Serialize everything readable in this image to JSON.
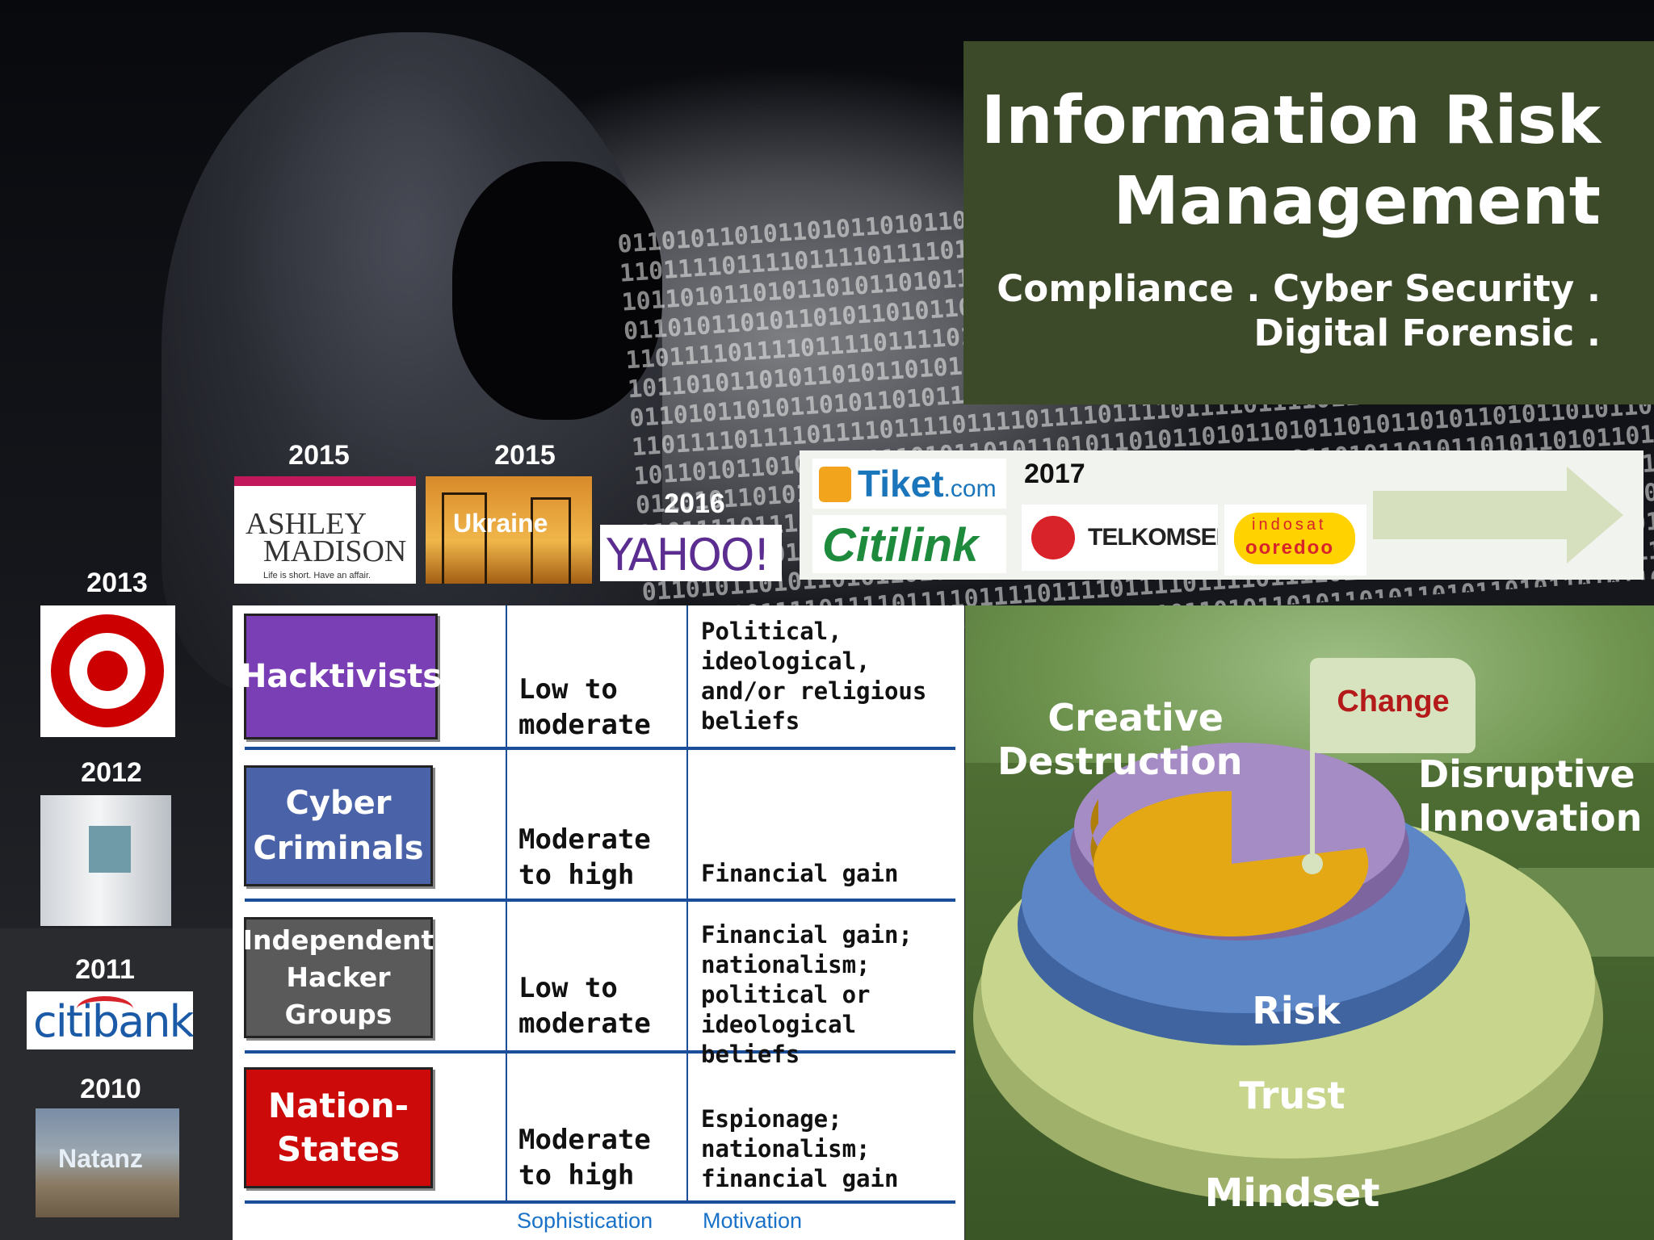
{
  "title": {
    "line1": "Information Risk",
    "line2": "Management",
    "subtitle_line1": "Compliance . Cyber Security .",
    "subtitle_line2": "Digital Forensic ."
  },
  "breaches": {
    "ashley": {
      "year": "2015",
      "logo_line1": "ASHLEY",
      "logo_line2": "MADISON",
      "logo_tagline": "Life is short. Have an affair."
    },
    "ukraine": {
      "year": "2015",
      "label": "Ukraine"
    },
    "yahoo": {
      "year": "2016",
      "label": "YAHOO!"
    },
    "indonesia": {
      "year": "2017",
      "tiket": "Tiket",
      "tiket_suffix": ".com",
      "citilink": "Citilink",
      "telkomsel": "TELKOMSEL",
      "indosat_line1": "indosat",
      "indosat_line2": "ooredoo"
    },
    "target": {
      "year": "2013"
    },
    "aramco": {
      "year": "2012"
    },
    "citi": {
      "year": "2011",
      "label": "citibank"
    },
    "natanz": {
      "year": "2010",
      "label": "Natanz"
    }
  },
  "threat_table": {
    "rows": [
      {
        "actor": "Hacktivists",
        "actor_color": "#7a3fb5",
        "sophistication": "Low to moderate",
        "motivation": "Political, ideological, and/or religious beliefs"
      },
      {
        "actor": "Cyber Criminals",
        "actor_color": "#4a62a8",
        "sophistication": "Moderate to high",
        "motivation": "Financial gain"
      },
      {
        "actor": "Independent Hacker Groups",
        "actor_color": "#5a5a5a",
        "sophistication": "Low to moderate",
        "motivation": "Financial gain; nationalism; political or ideological beliefs"
      },
      {
        "actor": "Nation-States",
        "actor_color": "#cc0a0a",
        "sophistication": "Moderate to high",
        "motivation": "Espionage; nationalism; financial gain"
      }
    ],
    "footer": {
      "sophistication": "Sophistication",
      "motivation": "Motivation"
    }
  },
  "pyramid": {
    "flag": "Change",
    "creative_line1": "Creative",
    "creative_line2": "Destruction",
    "disruptive_line1": "Disruptive",
    "disruptive_line2": "Innovation",
    "layers": [
      "Risk",
      "Trust",
      "Mindset"
    ],
    "layer_colors": [
      "#e3a814",
      "#a58cc4",
      "#5c86c6",
      "#c7d68c"
    ]
  }
}
